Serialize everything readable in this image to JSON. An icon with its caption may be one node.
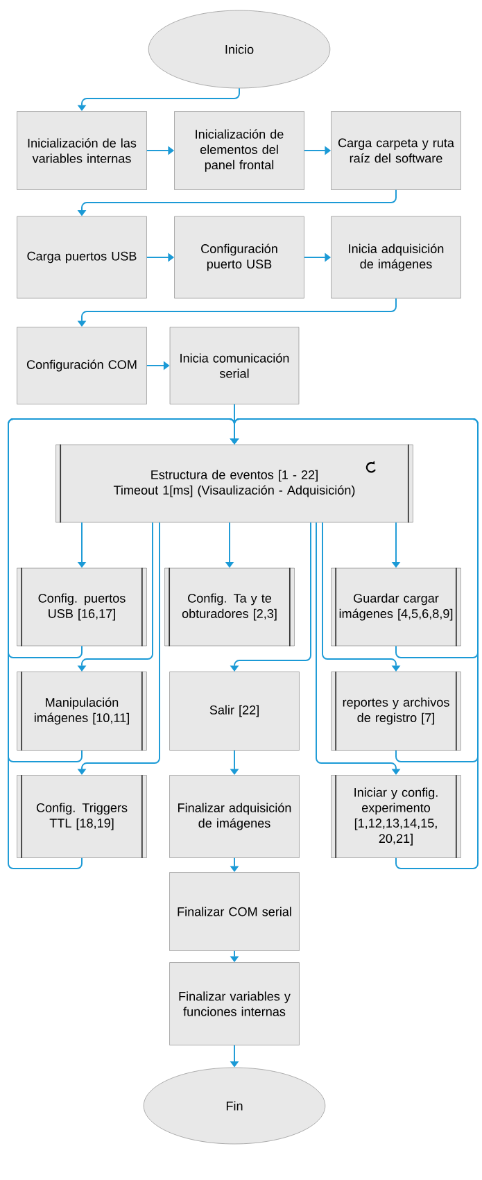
{
  "diagram": {
    "nodes": [
      {
        "text": [
          "Inicio"
        ]
      },
      {
        "text": [
          "Inicialización de las variables internas"
        ]
      },
      {
        "text": [
          "Inicialización de elementos del panel frontal"
        ]
      },
      {
        "text": [
          "Carga carpeta y ruta raíz del software"
        ]
      },
      {
        "text": [
          "Carga puertos USB"
        ]
      },
      {
        "text": [
          "Configuración puerto USB"
        ]
      },
      {
        "text": [
          "Inicia adquisición de imágenes"
        ]
      },
      {
        "text": [
          "Configuración COM"
        ]
      },
      {
        "text": [
          "Inicia comunicación serial"
        ]
      },
      {
        "text": [
          "Estructura de eventos [1 - 22]",
          "Timeout 1[ms] (Visaulización - Adquisición)"
        ]
      },
      {
        "text": [
          "Config. puertos USB [16,17]"
        ]
      },
      {
        "text": [
          "Config. Ta y te obturadores [2,3]"
        ]
      },
      {
        "text": [
          "Guardar cargar imágenes [4,5,6,8,9]"
        ]
      },
      {
        "text": [
          "Manipulación imágenes [10,11]"
        ]
      },
      {
        "text": [
          "Salir [22]"
        ]
      },
      {
        "text": [
          "reportes y archivos de registro [7]"
        ]
      },
      {
        "text": [
          "Config. Triggers TTL [18,19]"
        ]
      },
      {
        "text": [
          "Finalizar adquisición de imágenes"
        ]
      },
      {
        "text": [
          "Iniciar y config. experimento [1,12,13,14,15, 20,21]"
        ]
      },
      {
        "text": [
          "Finalizar COM serial"
        ]
      },
      {
        "text": [
          "Finalizar variables y funciones internas"
        ]
      },
      {
        "text": [
          "Fin"
        ]
      }
    ],
    "edges": [
      {
        "from": 0,
        "to": 1,
        "arrow": "to"
      },
      {
        "from": 1,
        "to": 2,
        "arrow": "to"
      },
      {
        "from": 2,
        "to": 3,
        "arrow": "to"
      },
      {
        "from": 3,
        "to": 4,
        "arrow": "to"
      },
      {
        "from": 4,
        "to": 5,
        "arrow": "to"
      },
      {
        "from": 5,
        "to": 6,
        "arrow": "to"
      },
      {
        "from": 6,
        "to": 7,
        "arrow": "to"
      },
      {
        "from": 7,
        "to": 8,
        "arrow": "to"
      },
      {
        "from": 8,
        "to": 9,
        "arrow": "to"
      },
      {
        "from": 9,
        "to": 10,
        "arrow": "to"
      },
      {
        "from": 9,
        "to": 11,
        "arrow": "to"
      },
      {
        "from": 9,
        "to": 12,
        "arrow": "to"
      },
      {
        "from": 9,
        "to": 13,
        "arrow": "to"
      },
      {
        "from": 9,
        "to": 14,
        "arrow": "to"
      },
      {
        "from": 9,
        "to": 15,
        "arrow": "to"
      },
      {
        "from": 9,
        "to": 16,
        "arrow": "to"
      },
      {
        "from": 9,
        "to": 18,
        "arrow": "to"
      },
      {
        "from": 10,
        "to": 9,
        "arrow": "to"
      },
      {
        "from": 13,
        "to": 9,
        "arrow": "to"
      },
      {
        "from": 16,
        "to": 9,
        "arrow": "to"
      },
      {
        "from": 12,
        "to": 9,
        "arrow": "to"
      },
      {
        "from": 15,
        "to": 9,
        "arrow": "to"
      },
      {
        "from": 18,
        "to": 9,
        "arrow": "to"
      },
      {
        "from": 14,
        "to": 17,
        "arrow": "to"
      },
      {
        "from": 17,
        "to": 19,
        "arrow": "to"
      },
      {
        "from": 19,
        "to": 20,
        "arrow": "to"
      },
      {
        "from": 20,
        "to": 21,
        "arrow": "to"
      }
    ]
  }
}
